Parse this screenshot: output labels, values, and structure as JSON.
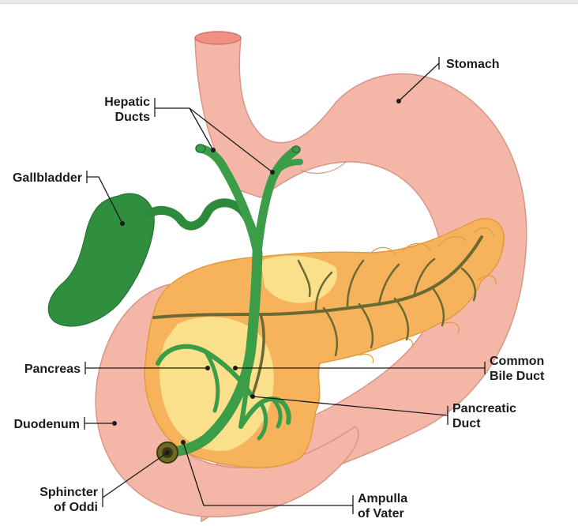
{
  "labels": {
    "stomach": "Stomach",
    "hepatic_1": "Hepatic",
    "hepatic_2": "Ducts",
    "gallbladder": "Gallbladder",
    "pancreas": "Pancreas",
    "duodenum": "Duodenum",
    "sphincter_1": "Sphincter",
    "sphincter_2": "of Oddi",
    "common_1": "Common",
    "common_2": "Bile Duct",
    "pancreatic_1": "Pancreatic",
    "pancreatic_2": "Duct",
    "ampulla_1": "Ampulla",
    "ampulla_2": "of Vater"
  },
  "colors": {
    "stomach": "#f4b6a6",
    "stomach_outline": "#d99687",
    "pancreas": "#f6b35c",
    "pancreas_light": "#fbe38e",
    "bile_duct": "#3c9d48",
    "gallbladder": "#2f8f3f",
    "pancreatic_duct": "#7c7a3a"
  }
}
